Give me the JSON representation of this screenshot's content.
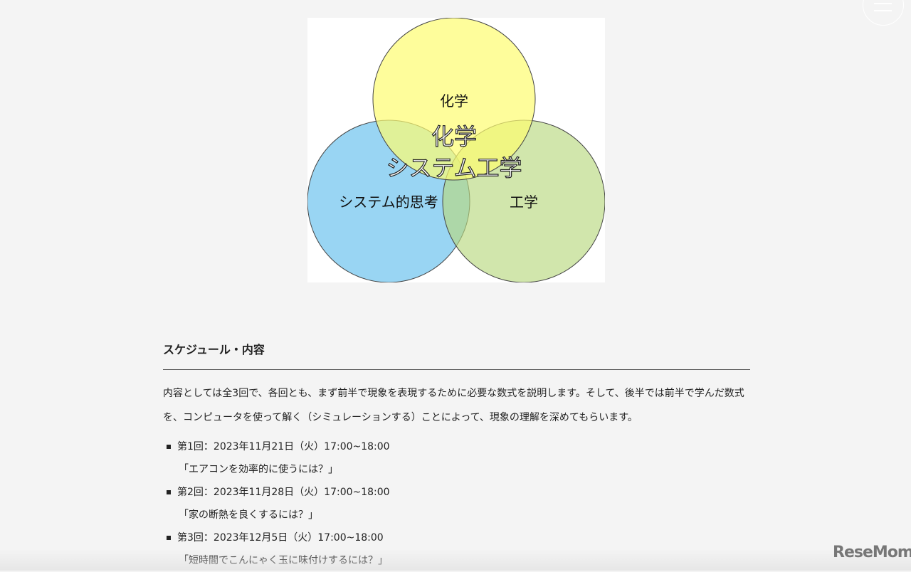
{
  "venn": {
    "top_label": "化学",
    "left_label": "システム的思考",
    "right_label": "工学",
    "center_line1": "化学",
    "center_line2": "システム工学",
    "colors": {
      "top": "#fdfc8c",
      "left": "#7fcaf0",
      "right": "#c6e19a"
    }
  },
  "section": {
    "title": "スケジュール・内容",
    "paragraph": "内容としては全3回で、各回とも、まず前半で現象を表現するために必要な数式を説明します。そして、後半では前半で学んだ数式を、コンピュータを使って解く（シミュレーションする）ことによって、現象の理解を深めてもらいます。",
    "sessions": [
      {
        "date": "第1回：2023年11月21日（火）17:00~18:00",
        "topic": "「エアコンを効率的に使うには？」"
      },
      {
        "date": "第2回：2023年11月28日（火）17:00~18:00",
        "topic": "「家の断熱を良くするには？」"
      },
      {
        "date": "第3回：2023年12月5日（火）17:00~18:00",
        "topic": "「短時間でこんにゃく玉に味付けするには？」"
      }
    ]
  },
  "logo": "ReseMom"
}
